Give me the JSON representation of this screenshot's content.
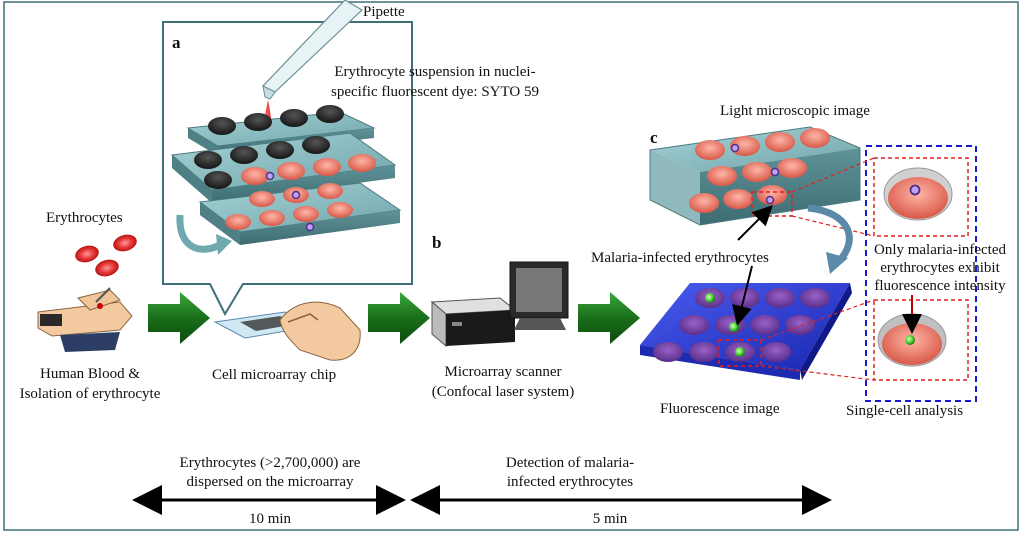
{
  "labels": {
    "pipette": "Pipette",
    "panel_a": "a",
    "panel_b": "b",
    "panel_c": "c",
    "suspension_line1": "Erythrocyte suspension in nuclei-",
    "suspension_line2": "specific fluorescent dye:  SYTO 59",
    "erythrocytes": "Erythrocytes",
    "human_blood_line1": "Human Blood &",
    "human_blood_line2": "Isolation of erythrocyte",
    "chip": "Cell microarray chip",
    "scanner_line1": "Microarray scanner",
    "scanner_line2": "(Confocal laser system)",
    "light_image": "Light microscopic image",
    "malaria_infected": "Malaria-infected erythrocytes",
    "fluorescence_image": "Fluorescence image",
    "only_line1": "Only malaria-infected",
    "only_line2": "erythrocytes exhibit",
    "only_line3": "fluorescence intensity",
    "single_cell": "Single-cell analysis",
    "dispersed_line1": "Erythrocytes (>2,700,000) are",
    "dispersed_line2": "dispersed on the microarray",
    "time1": "10 min",
    "detection_line1": "Detection of malaria-",
    "detection_line2": "infected erythrocytes",
    "time2": "5 min"
  },
  "colors": {
    "accent_green": "#1f7a1f",
    "chip_teal": "#7fb3b8",
    "fluor_blue": "#2b3fd6",
    "dashed_red": "#e02020",
    "dashed_blue": "#1a1acc",
    "cell_red": "#e84040",
    "frame": "#3f6f78"
  },
  "icons": [
    "pipette-icon",
    "hand-icon",
    "chip-icon",
    "scanner-icon",
    "curved-arrow-icon",
    "flow-arrow-icon"
  ]
}
